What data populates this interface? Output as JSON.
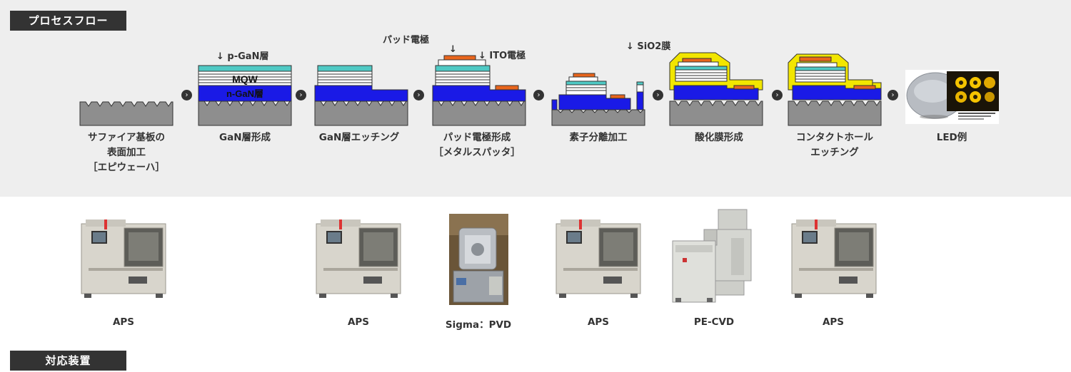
{
  "sections": {
    "process_title": "プロセスフロー",
    "equipment_title": "対応装置"
  },
  "colors": {
    "substrate": "#8e8e8e",
    "n_gan": "#1a1ae6",
    "mqw": "#4fc9c4",
    "pad": "#e8651c",
    "sio2": "#f2e600",
    "band_bg": "#eeeeee"
  },
  "steps": [
    {
      "caption_lines": [
        "サファイア基板の",
        "表面加工",
        "［エピウェーハ］"
      ]
    },
    {
      "caption_lines": [
        "GaN層形成"
      ],
      "annotation": "↓ p-GaN層",
      "layer_labels": [
        "MQW",
        "n-GaN層"
      ]
    },
    {
      "caption_lines": [
        "GaN層エッチング"
      ]
    },
    {
      "caption_lines": [
        "パッド電極形成",
        "［メタルスパッタ］"
      ],
      "annotation_top": "パッド電極",
      "annotation_arrow": "↓",
      "annotation_ito": "↓ ITO電極"
    },
    {
      "caption_lines": [
        "素子分離加工"
      ]
    },
    {
      "caption_lines": [
        "酸化膜形成"
      ],
      "annotation": "↓ SiO2膜"
    },
    {
      "caption_lines": [
        "コンタクトホール",
        "エッチング"
      ]
    },
    {
      "caption_lines": [
        "LED例"
      ]
    }
  ],
  "equipment": [
    {
      "label": "APS",
      "icon": "aps-machine-icon"
    },
    {
      "label": "APS",
      "icon": "aps-machine-icon"
    },
    {
      "label": "Sigma：PVD",
      "icon": "pvd-chamber-icon"
    },
    {
      "label": "APS",
      "icon": "aps-machine-icon"
    },
    {
      "label": "PE-CVD",
      "icon": "cvd-machine-icon"
    },
    {
      "label": "APS",
      "icon": "aps-machine-icon"
    }
  ]
}
